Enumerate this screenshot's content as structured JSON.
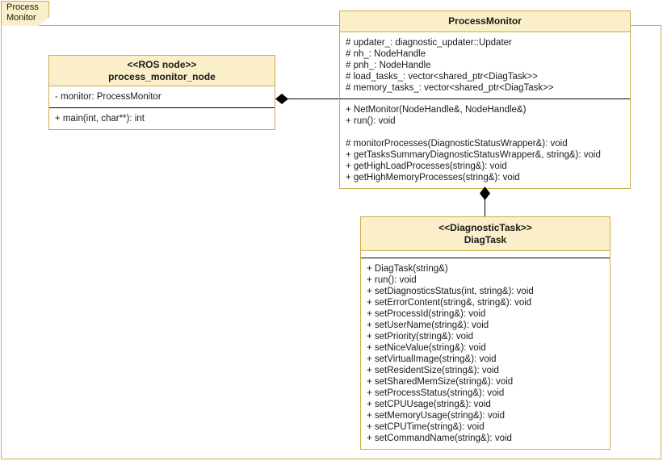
{
  "package": {
    "label": "Process\nMonitor"
  },
  "classes": [
    {
      "id": "process_monitor_node",
      "stereotype": "<<ROS node>>",
      "name": "process_monitor_node",
      "attributes": [
        "- monitor: ProcessMonitor"
      ],
      "operations": [
        "+ main(int, char**): int"
      ]
    },
    {
      "id": "ProcessMonitor",
      "stereotype": "",
      "name": "ProcessMonitor",
      "attributes": [
        "# updater_: diagnostic_updater::Updater",
        "# nh_: NodeHandle",
        "# pnh_: NodeHandle",
        "# load_tasks_: vector<shared_ptr<DiagTask>>",
        "# memory_tasks_: vector<shared_ptr<DiagTask>>"
      ],
      "operations": [
        "+ NetMonitor(NodeHandle&, NodeHandle&)",
        "+ run(): void",
        "",
        "# monitorProcesses(DiagnosticStatusWrapper&): void",
        "+ getTasksSummaryDiagnosticStatusWrapper&, string&): void",
        "+ getHighLoadProcesses(string&): void",
        "+ getHighMemoryProcesses(string&): void"
      ]
    },
    {
      "id": "DiagTask",
      "stereotype": "<<DiagnosticTask>>",
      "name": "DiagTask",
      "attributes": [],
      "operations": [
        "+ DiagTask(string&)",
        "+ run(): void",
        "+ setDiagnosticsStatus(int, string&): void",
        "+ setErrorContent(string&, string&): void",
        "+ setProcessId(string&): void",
        "+ setUserName(string&): void",
        "+ setPriority(string&): void",
        "+ setNiceValue(string&): void",
        "+ setVirtualImage(string&): void",
        "+ setResidentSize(string&): void",
        "+ setSharedMemSize(string&): void",
        "+ setProcessStatus(string&): void",
        "+ setCPUUsage(string&): void",
        "+ setMemoryUsage(string&): void",
        "+ setCPUTime(string&): void",
        "+ setCommandName(string&): void"
      ]
    }
  ],
  "relationships": [
    {
      "id": "node-to-monitor",
      "type": "composition",
      "from": "process_monitor_node",
      "to": "ProcessMonitor",
      "orientation": "horizontal"
    },
    {
      "id": "monitor-to-diagtask",
      "type": "composition",
      "from": "ProcessMonitor",
      "to": "DiagTask",
      "orientation": "vertical"
    }
  ],
  "colors": {
    "header_fill": "#faefc8",
    "border": "#cdab4a",
    "divider": "#000000",
    "text": "#1a1a1a",
    "background": "#ffffff"
  }
}
